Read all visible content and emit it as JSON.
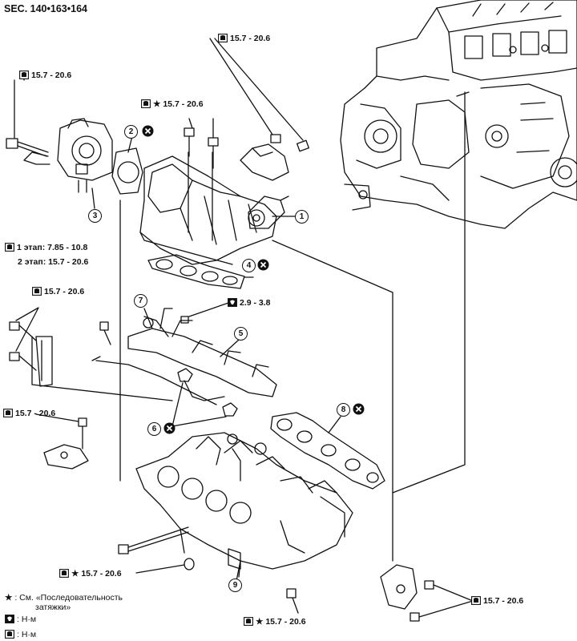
{
  "section_ref": "SEC. 140•163•164",
  "callouts": {
    "c1": "1",
    "c2": "2",
    "c3": "3",
    "c4": "4",
    "c5": "5",
    "c6": "6",
    "c7": "7",
    "c8": "8",
    "c9": "9"
  },
  "torques": {
    "top_bracket": "15.7 - 20.6",
    "throttle_body": "15.7 - 20.6",
    "collector_bolts": "15.7 - 20.6",
    "stage1": "1 этап: 7.85 - 10.8",
    "stage2": "2 этап: 15.7 - 20.6",
    "left_bracket": "15.7 - 20.6",
    "injector_rail": "2.9 - 3.8",
    "lower_left": "15.7 - 20.6",
    "manifold_bolt": "15.7 - 20.6",
    "rear_bracket": "15.7 - 20.6",
    "bottom": "15.7 - 20.6"
  },
  "star_mark": "★",
  "legend": {
    "star_symbol": "★",
    "star_text": ": См. «Последовательность",
    "star_text_2": "затяжки»",
    "nm_text_1": ": Н·м",
    "nm_text_2": ": Н·м"
  },
  "icons": [
    "torque-wrench-icon",
    "oil-torque-icon",
    "replace-x-icon"
  ]
}
